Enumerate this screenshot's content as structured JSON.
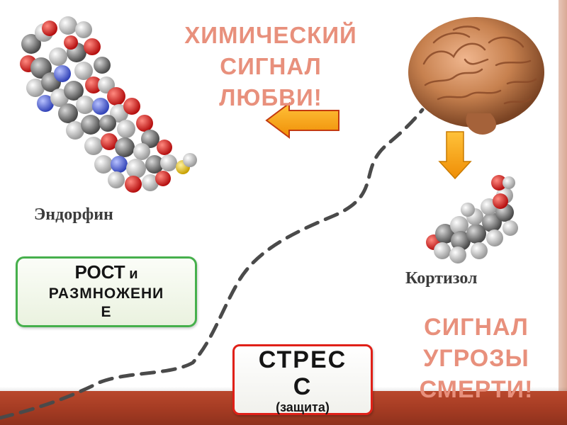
{
  "love_signal": {
    "lines": [
      "ХИМИЧЕСКИЙ",
      "СИГНАЛ",
      "ЛЮБВИ!"
    ]
  },
  "death_signal": {
    "lines": [
      "СИГНАЛ",
      "УГРОЗЫ",
      "СМЕРТИ!"
    ]
  },
  "endorphin": {
    "label": "Эндорфин"
  },
  "cortisol": {
    "label": "Кортизол"
  },
  "growth_box": {
    "line1_main": "РОСТ",
    "line1_small": " и",
    "line2": "РАЗМНОЖЕНИ",
    "line3": "Е"
  },
  "stress_box": {
    "line1": "СТРЕС",
    "line2": "С",
    "sub": "(защита)"
  },
  "colors": {
    "signal_text": "#e8907c",
    "arrow_orange": "#f7a20e",
    "growth_border": "#46b04c",
    "stress_border": "#e02018",
    "bottom_bar": "#a23a22"
  },
  "icons": [
    "brain-image",
    "endorphin-molecule-image",
    "cortisol-molecule-image",
    "left-arrow-icon",
    "down-arrow-icon",
    "dashed-path"
  ]
}
